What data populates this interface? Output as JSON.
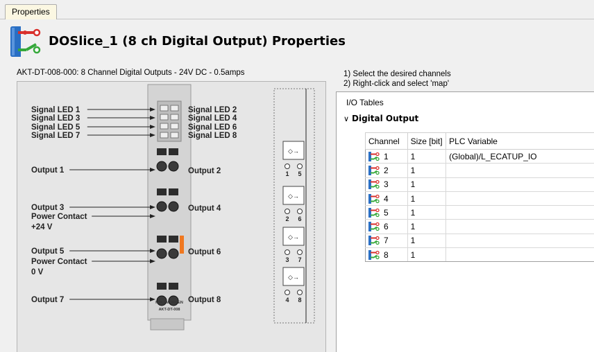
{
  "tabs": [
    {
      "label": "Properties"
    }
  ],
  "header": {
    "title": "DOSlice_1 (8 ch Digital Output) Properties"
  },
  "device": {
    "caption": "AKT-DT-008-000: 8 Channel Digital Outputs - 24V DC - 0.5amps",
    "left_labels": [
      "Signal LED 1",
      "Signal LED 3",
      "Signal LED 5",
      "Signal LED 7",
      "Output 1",
      "Output 3",
      "Power Contact",
      "+24 V",
      "Output 5",
      "Power Contact",
      "0 V",
      "Output 7"
    ],
    "right_labels": [
      "Signal LED 2",
      "Signal LED 4",
      "Signal LED 6",
      "Signal LED 8",
      "Output 2",
      "Output 4",
      "Output 6",
      "Output 8"
    ],
    "brand": "KOLLMORGEN",
    "model": "AKT-DT-008",
    "schematic_pins": [
      "1",
      "5",
      "2",
      "6",
      "3",
      "7",
      "4",
      "8"
    ]
  },
  "instructions": [
    "1) Select the desired channels",
    "2) Right-click and select 'map'"
  ],
  "io": {
    "title": "I/O Tables",
    "section": "Digital Output",
    "columns": [
      "Channel",
      "Size [bit]",
      "PLC Variable"
    ],
    "rows": [
      {
        "channel": "1",
        "size": "1",
        "var": "(Global)/L_ECATUP_IO"
      },
      {
        "channel": "2",
        "size": "1",
        "var": ""
      },
      {
        "channel": "3",
        "size": "1",
        "var": ""
      },
      {
        "channel": "4",
        "size": "1",
        "var": ""
      },
      {
        "channel": "5",
        "size": "1",
        "var": ""
      },
      {
        "channel": "6",
        "size": "1",
        "var": ""
      },
      {
        "channel": "7",
        "size": "1",
        "var": ""
      },
      {
        "channel": "8",
        "size": "1",
        "var": ""
      }
    ]
  },
  "colors": {
    "tab_bg": "#fbf7e2",
    "icon_blue": "#2a6fc4",
    "icon_red": "#d9302c",
    "icon_green": "#35a83a",
    "output6_led": "#f07820"
  }
}
